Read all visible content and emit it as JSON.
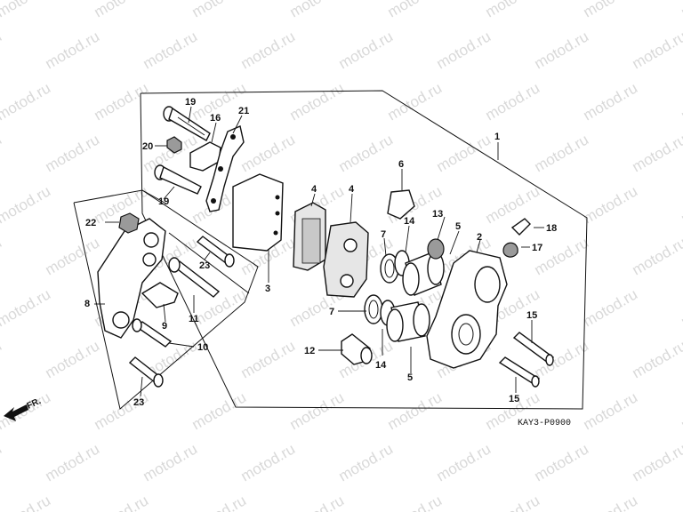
{
  "watermark": "motod.ru",
  "diagram_code": "KAY3-P0900",
  "direction_label": "FR.",
  "callouts": {
    "c1": "1",
    "c2": "2",
    "c3": "3",
    "c4a": "4",
    "c4b": "4",
    "c5a": "5",
    "c5b": "5",
    "c6": "6",
    "c7a": "7",
    "c7b": "7",
    "c8": "8",
    "c9": "9",
    "c10": "10",
    "c11": "11",
    "c12": "12",
    "c13": "13",
    "c14a": "14",
    "c14b": "14",
    "c15a": "15",
    "c15b": "15",
    "c16": "16",
    "c17": "17",
    "c18": "18",
    "c19a": "19",
    "c19b": "19",
    "c20": "20",
    "c21": "21",
    "c22": "22",
    "c23a": "23",
    "c23b": "23"
  }
}
